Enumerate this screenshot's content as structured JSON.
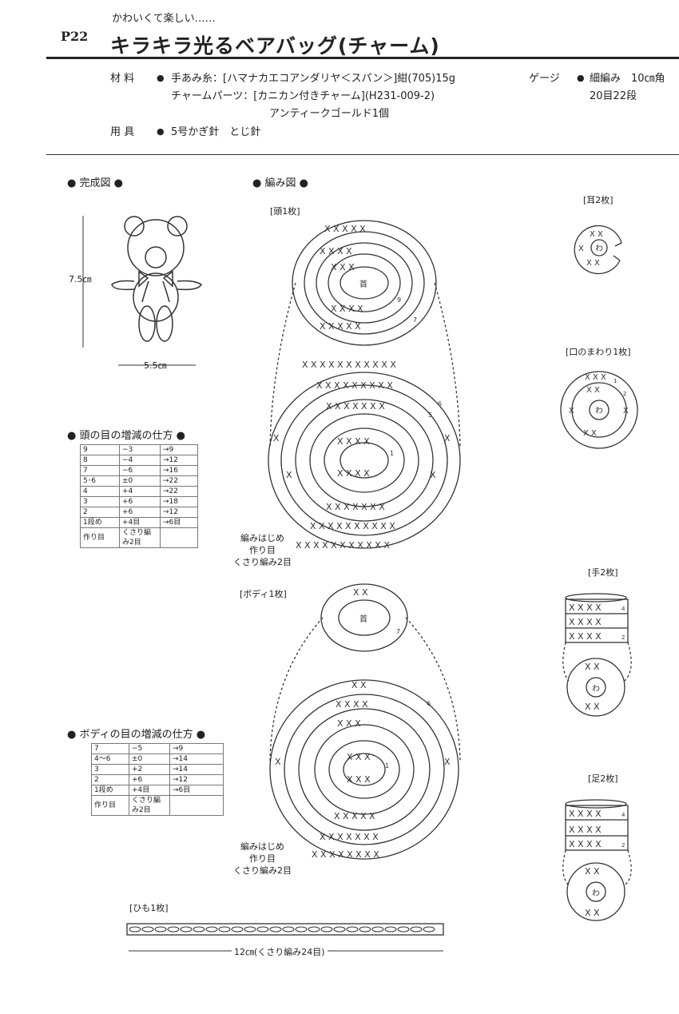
{
  "header": {
    "page_no": "P22",
    "subtitle": "かわいくて楽しい……",
    "title": "キラキラ光るベアバッグ(チャーム)"
  },
  "materials": {
    "label": "材 料",
    "yarn": "手あみ糸：[ハマナカエコアンダリヤ＜スパン＞]紺(705)15g",
    "parts1": "チャームパーツ：[カニカン付きチャーム](H231-009-2)",
    "parts2": "アンティークゴールド1個",
    "tools_label": "用 具",
    "tools": "5号かぎ針　とじ針",
    "gauge_label": "ゲージ",
    "gauge1": "細編み　10㎝角",
    "gauge2": "20目22段"
  },
  "finished": {
    "heading": "完成図",
    "height": "7.5㎝",
    "width": "5.5㎝"
  },
  "chart_heading": "編み図",
  "labels": {
    "head": "[頭1枚]",
    "body": "[ボディ1枚]",
    "ear": "[耳2枚]",
    "mouth": "[口のまわり1枚]",
    "hand": "[手2枚]",
    "foot": "[足2枚]",
    "string": "[ひも1枚]",
    "neck": "首",
    "ring": "わ",
    "start1": "編みはじめ",
    "start2": "作り目",
    "start3": "くさり編み2目",
    "string_len": "12㎝(くさり編み24目)"
  },
  "head_table": {
    "heading": "頭の目の増減の仕方",
    "rows": [
      [
        "9",
        "−3",
        "→9"
      ],
      [
        "8",
        "−4",
        "→12"
      ],
      [
        "7",
        "−6",
        "→16"
      ],
      [
        "5･6",
        "±0",
        "→22"
      ],
      [
        "4",
        "+4",
        "→22"
      ],
      [
        "3",
        "+6",
        "→18"
      ],
      [
        "2",
        "+6",
        "→12"
      ],
      [
        "1段め",
        "+4目",
        "→6目"
      ],
      [
        "作り目",
        "くさり編み2目",
        ""
      ]
    ]
  },
  "body_table": {
    "heading": "ボディの目の増減の仕方",
    "rows": [
      [
        "7",
        "−5",
        "→9"
      ],
      [
        "4〜6",
        "±0",
        "→14"
      ],
      [
        "3",
        "+2",
        "→14"
      ],
      [
        "2",
        "+6",
        "→12"
      ],
      [
        "1段め",
        "+4目",
        "→6目"
      ],
      [
        "作り目",
        "くさり編み2目",
        ""
      ]
    ]
  },
  "rows_marks": {
    "r1": "1",
    "r2": "2",
    "r4": "4",
    "r5": "5",
    "r6": "6",
    "r7": "7",
    "r9": "9"
  }
}
